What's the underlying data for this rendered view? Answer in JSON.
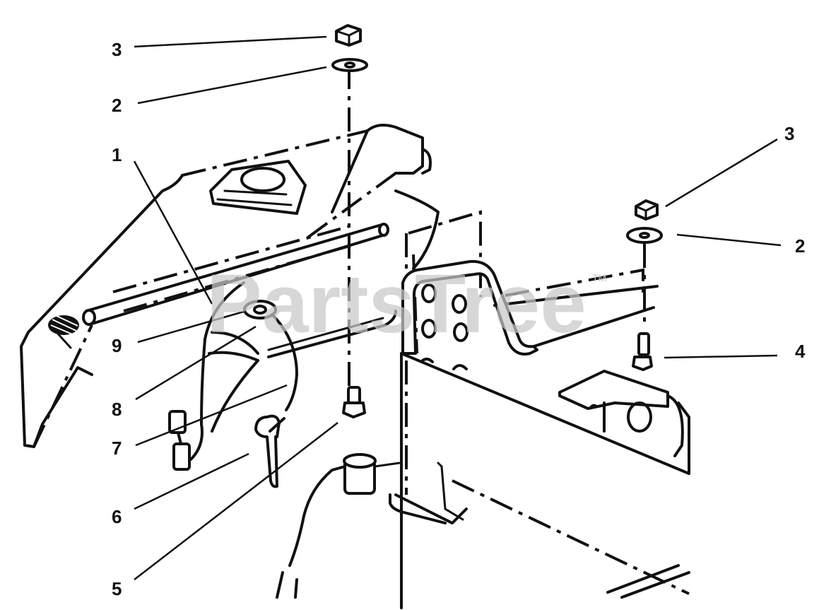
{
  "watermark": {
    "text": "PartsTree",
    "trademark": "TM"
  },
  "callouts": [
    {
      "id": "c3a",
      "label": "3"
    },
    {
      "id": "c2a",
      "label": "2"
    },
    {
      "id": "c1",
      "label": "1"
    },
    {
      "id": "c9",
      "label": "9"
    },
    {
      "id": "c8",
      "label": "8"
    },
    {
      "id": "c7",
      "label": "7"
    },
    {
      "id": "c6",
      "label": "6"
    },
    {
      "id": "c5",
      "label": "5"
    },
    {
      "id": "c3b",
      "label": "3"
    },
    {
      "id": "c2b",
      "label": "2"
    },
    {
      "id": "c4",
      "label": "4"
    }
  ]
}
